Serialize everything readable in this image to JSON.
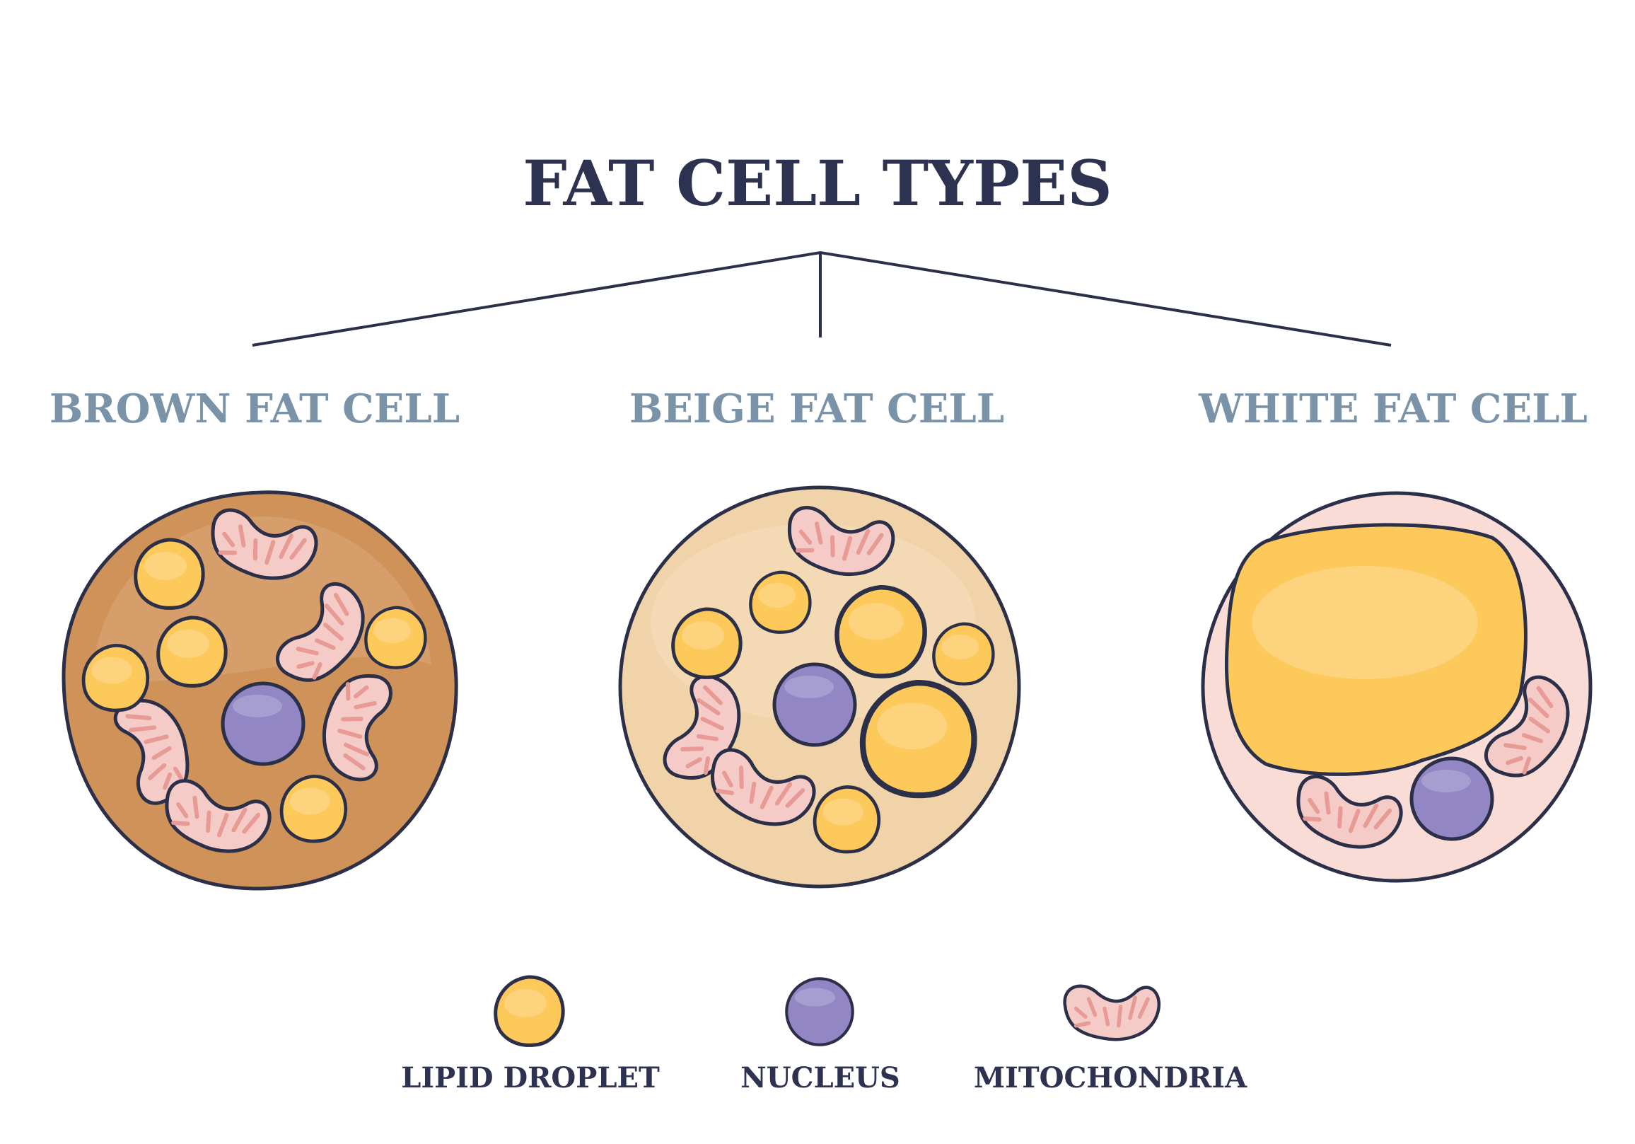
{
  "title": "FAT CELL TYPES",
  "cells": [
    {
      "label": "BROWN FAT CELL",
      "fill": "#cf9258"
    },
    {
      "label": "BEIGE FAT CELL",
      "fill": "#f0d3a8"
    },
    {
      "label": "WHITE FAT CELL",
      "fill": "#f9dcd6"
    }
  ],
  "legend": [
    {
      "label": "LIPID DROPLET",
      "icon": "lipid-droplet-icon"
    },
    {
      "label": "NUCLEUS",
      "icon": "nucleus-icon"
    },
    {
      "label": "MITOCHONDRIA",
      "icon": "mitochondria-icon"
    }
  ],
  "colors": {
    "title": "#2d3250",
    "subtitle": "#7b93a8",
    "lipid": "#fcc95a",
    "nucleus": "#9287c4",
    "mitochondria": "#f4cbc7",
    "cristae": "#e89a95",
    "outline": "#2c2f48"
  }
}
